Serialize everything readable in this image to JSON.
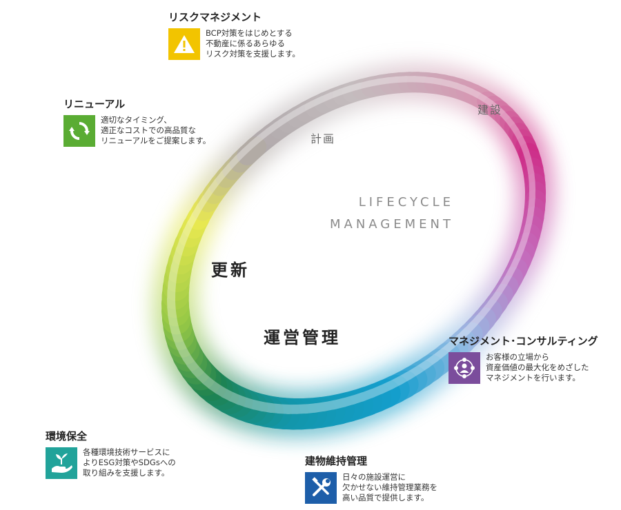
{
  "lifecycle": {
    "line1": "LIFECYCLE",
    "line2": "MANAGEMENT"
  },
  "stages": {
    "plan": "計画",
    "build": "建設",
    "renew": "更新",
    "operate": "運営管理"
  },
  "services": {
    "risk": {
      "title": "リスクマネジメント",
      "lines": [
        "BCP対策をはじめとする",
        "不動産に係るあらゆる",
        "リスク対策を支援します。"
      ],
      "icon": "warning-icon",
      "color": "#f2c400"
    },
    "renewal": {
      "title": "リニューアル",
      "lines": [
        "適切なタイミング、",
        "適正なコストでの高品質な",
        "リニューアルをご提案します。"
      ],
      "icon": "refresh-icon",
      "color": "#5aac33"
    },
    "consulting": {
      "title": "マネジメント･コンサルティング",
      "lines": [
        "お客様の立場から",
        "資産価値の最大化をめざした",
        "マネジメントを行います。"
      ],
      "icon": "people-network-icon",
      "color": "#7b4d9c"
    },
    "environment": {
      "title": "環境保全",
      "lines": [
        "各種環境技術サービスに",
        "よりESG対策やSDGsへの",
        "取り組みを支援します。"
      ],
      "icon": "hand-sprout-icon",
      "color": "#21a39a"
    },
    "maintenance": {
      "title": "建物維持管理",
      "lines": [
        "日々の施設運営に",
        "欠かせない維持管理業務を",
        "高い品質で提供します。"
      ],
      "icon": "tools-icon",
      "color": "#1d5ea9"
    }
  }
}
